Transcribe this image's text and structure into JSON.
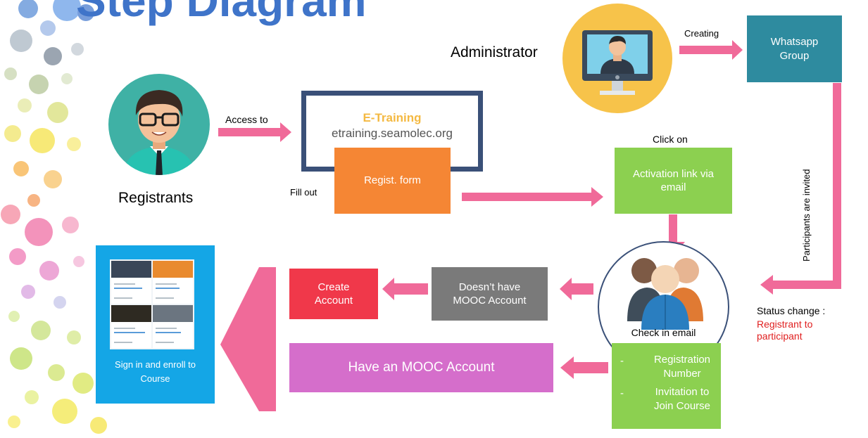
{
  "title": "Step Diagram",
  "nodes": {
    "administrator": "Administrator",
    "whatsapp_group": "Whatsapp Group",
    "registrants": "Registrants",
    "etraining_title": "E-Training",
    "etraining_url": "etraining.seamolec.org",
    "regist_form": "Regist. form",
    "activation_link": "Activation link via email",
    "check_in_email": "Check in email",
    "doesnt_have_mooc": "Doesn’t have MOOC Account",
    "create_account": "Create Account",
    "have_mooc": "Have an MOOC Account",
    "registration_number": "Registration Number",
    "invitation_to_join": "Invitation to Join Course",
    "sign_in_enroll": "Sign in and enroll to Course"
  },
  "edge_labels": {
    "creating": "Creating",
    "access_to": "Access to",
    "fill_out": "Fill out",
    "click_on": "Click on",
    "participants_invited": "Participants are invited"
  },
  "status": {
    "label": "Status change :",
    "value": "Registrant to participant"
  },
  "colors": {
    "arrow": "#f06a99",
    "etraining_border": "#3a5078",
    "etraining_title": "#f4b942",
    "regist_form": "#f58634",
    "whatsapp": "#2e8b9f",
    "activation": "#8cd050",
    "doesnt_have": "#7a7a7a",
    "create_account": "#f0384a",
    "have_mooc": "#d56ecb",
    "sign_in": "#14a6e6",
    "status_value": "#e02020"
  }
}
